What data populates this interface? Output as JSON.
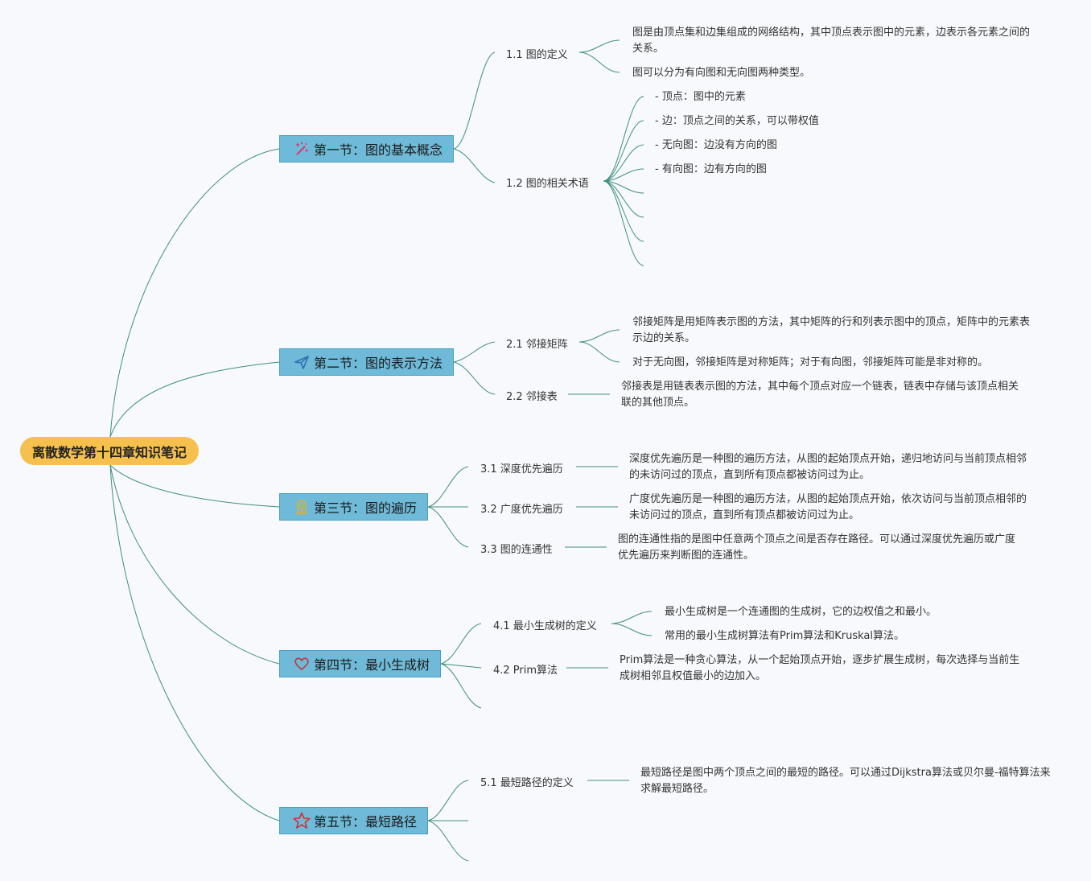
{
  "root": {
    "title": "离散数学第十四章知识笔记"
  },
  "sections": [
    {
      "icon": "magic-wand-icon",
      "title": "第一节：图的基本概念",
      "subs": [
        {
          "label": "1.1 图的定义",
          "notes": [
            "图是由顶点集和边集组成的网络结构，其中顶点表示图中的元素，边表示各元素之间的关系。",
            "图可以分为有向图和无向图两种类型。"
          ]
        },
        {
          "label": "1.2 图的相关术语",
          "notes": [
            "- 顶点：图中的元素",
            "- 边：顶点之间的关系，可以带权值",
            "- 无向图：边没有方向的图",
            "- 有向图：边有方向的图"
          ]
        }
      ]
    },
    {
      "icon": "paper-plane-icon",
      "title": "第二节：图的表示方法",
      "subs": [
        {
          "label": "2.1 邻接矩阵",
          "notes": [
            "邻接矩阵是用矩阵表示图的方法，其中矩阵的行和列表示图中的顶点，矩阵中的元素表示边的关系。",
            "对于无向图，邻接矩阵是对称矩阵；对于有向图，邻接矩阵可能是非对称的。"
          ]
        },
        {
          "label": "2.2 邻接表",
          "notes": [
            "邻接表是用链表表示图的方法，其中每个顶点对应一个链表，链表中存储与该顶点相关联的其他顶点。"
          ]
        }
      ]
    },
    {
      "icon": "award-medal-icon",
      "title": "第三节：图的遍历",
      "subs": [
        {
          "label": "3.1 深度优先遍历",
          "notes": [
            "深度优先遍历是一种图的遍历方法，从图的起始顶点开始，递归地访问与当前顶点相邻的未访问过的顶点，直到所有顶点都被访问过为止。"
          ]
        },
        {
          "label": "3.2 广度优先遍历",
          "notes": [
            "广度优先遍历是一种图的遍历方法，从图的起始顶点开始，依次访问与当前顶点相邻的未访问过的顶点，直到所有顶点都被访问过为止。"
          ]
        },
        {
          "label": "3.3 图的连通性",
          "notes": [
            "图的连通性指的是图中任意两个顶点之间是否存在路径。可以通过深度优先遍历或广度优先遍历来判断图的连通性。"
          ]
        }
      ]
    },
    {
      "icon": "heart-icon",
      "title": "第四节：最小生成树",
      "subs": [
        {
          "label": "4.1 最小生成树的定义",
          "notes": [
            "最小生成树是一个连通图的生成树，它的边权值之和最小。",
            "常用的最小生成树算法有Prim算法和Kruskal算法。"
          ]
        },
        {
          "label": "4.2 Prim算法",
          "notes": [
            "Prim算法是一种贪心算法，从一个起始顶点开始，逐步扩展生成树，每次选择与当前生成树相邻且权值最小的边加入。"
          ]
        }
      ]
    },
    {
      "icon": "star-icon",
      "title": "第五节：最短路径",
      "subs": [
        {
          "label": "5.1 最短路径的定义",
          "notes": [
            "最短路径是图中两个顶点之间的最短的路径。可以通过Dijkstra算法或贝尔曼-福特算法来求解最短路径。"
          ]
        }
      ]
    }
  ]
}
